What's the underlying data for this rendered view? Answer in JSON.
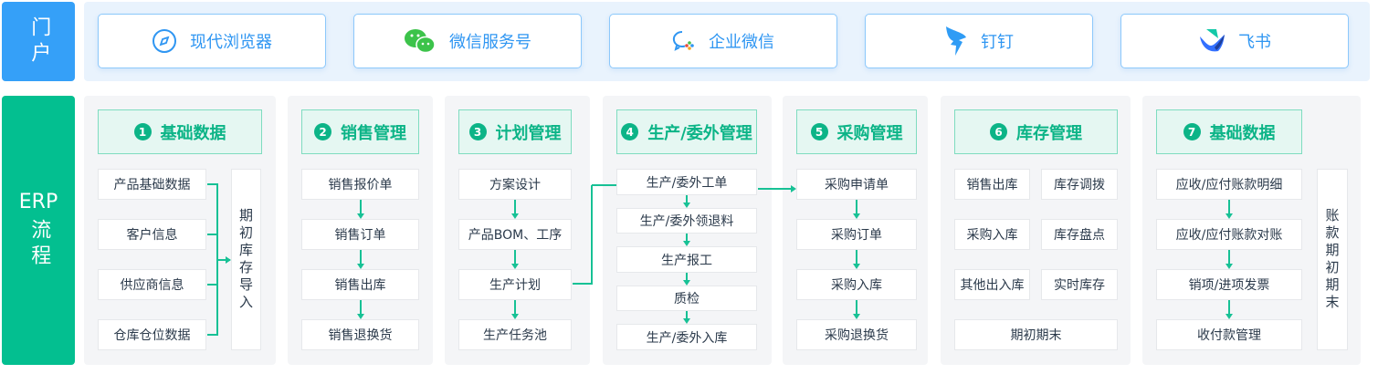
{
  "portal": {
    "label": "门户",
    "buttons": [
      {
        "label": "现代浏览器",
        "icon": "compass-icon"
      },
      {
        "label": "微信服务号",
        "icon": "wechat-icon"
      },
      {
        "label": "企业微信",
        "icon": "wecom-icon"
      },
      {
        "label": "钉钉",
        "icon": "dingtalk-icon"
      },
      {
        "label": "飞书",
        "icon": "feishu-icon"
      }
    ]
  },
  "erp": {
    "label_line1": "ERP",
    "label_line2": "流程",
    "columns": [
      {
        "num": "1",
        "title": "基础数据",
        "items": [
          "产品基础数据",
          "客户信息",
          "供应商信息",
          "仓库仓位数据"
        ],
        "side": "期初库存导入"
      },
      {
        "num": "2",
        "title": "销售管理",
        "items": [
          "销售报价单",
          "销售订单",
          "销售出库",
          "销售退换货"
        ]
      },
      {
        "num": "3",
        "title": "计划管理",
        "items": [
          "方案设计",
          "产品BOM、工序",
          "生产计划",
          "生产任务池"
        ]
      },
      {
        "num": "4",
        "title": "生产/委外管理",
        "items": [
          "生产/委外工单",
          "生产/委外领退料",
          "生产报工",
          "质检",
          "生产/委外入库"
        ]
      },
      {
        "num": "5",
        "title": "采购管理",
        "items": [
          "采购申请单",
          "采购订单",
          "采购入库",
          "采购退换货"
        ]
      },
      {
        "num": "6",
        "title": "库存管理",
        "items": [
          "销售出库",
          "库存调拨",
          "采购入库",
          "库存盘点",
          "其他出入库",
          "实时库存",
          "期初期末"
        ]
      },
      {
        "num": "7",
        "title": "基础数据",
        "items": [
          "应收/应付账款明细",
          "应收/应付账款对账",
          "销项/进项发票",
          "收付款管理"
        ],
        "side": "账款期初期末"
      }
    ]
  },
  "colors": {
    "portal_blue": "#35a0f8",
    "erp_green": "#03bf90",
    "accent_green": "#0cb487"
  }
}
